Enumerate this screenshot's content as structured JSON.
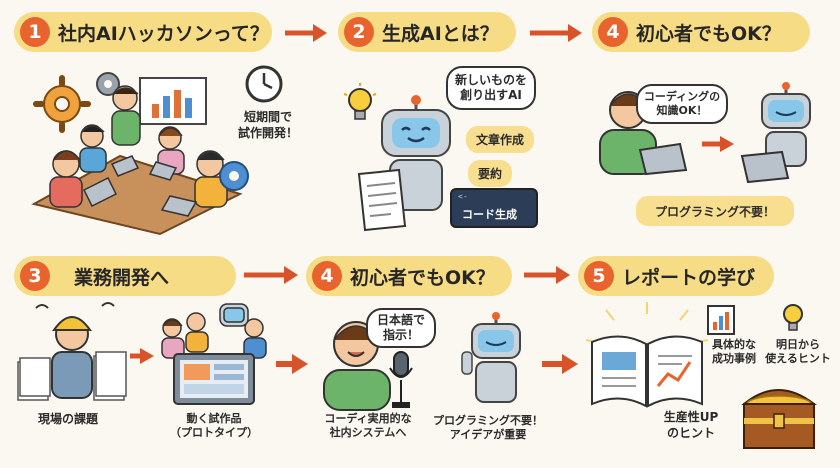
{
  "colors": {
    "accent": "#e8632e",
    "pill": "#f7dc86",
    "background": "#fbf8f1"
  },
  "top": [
    {
      "num": "1",
      "title": "社内AIハッカソンって？"
    },
    {
      "num": "2",
      "title": "生成AIとは？"
    },
    {
      "num": "4",
      "title": "初心者でもOK？"
    }
  ],
  "bottom": [
    {
      "num": "3",
      "title": "業務開発へ"
    },
    {
      "num": "4",
      "title": "初心者でもOK？"
    },
    {
      "num": "5",
      "title": "レポートの学び"
    }
  ],
  "p1": {
    "clock_caption": "短期間で\n試作開発！",
    "icons": [
      "gear-icon",
      "clock-icon",
      "whiteboard-chart-icon"
    ]
  },
  "p2": {
    "bubble": "新しいものを\n創り出すAI",
    "tag_writing": "文章作成",
    "tag_summary": "要約",
    "tag_code": "コード生成",
    "code_prompt": "<-"
  },
  "p3": {
    "bubble": "コーディングの\n知識OK！",
    "banner": "プログラミング不要！"
  },
  "p4": {
    "caption_field": "現場の課題",
    "caption_proto": "動く試作品\n（プロトタイプ）"
  },
  "p5": {
    "bubble": "日本語で\n指示！",
    "caption_left": "コーディ実用的な\n社内システムへ",
    "caption_right": "プログラミング不要！\nアイデアが重要"
  },
  "p6": {
    "label_cases": "具体的な\n成功事例",
    "label_hints": "明日から\n使えるヒント",
    "label_productivity": "生産性UP\nのヒント"
  }
}
